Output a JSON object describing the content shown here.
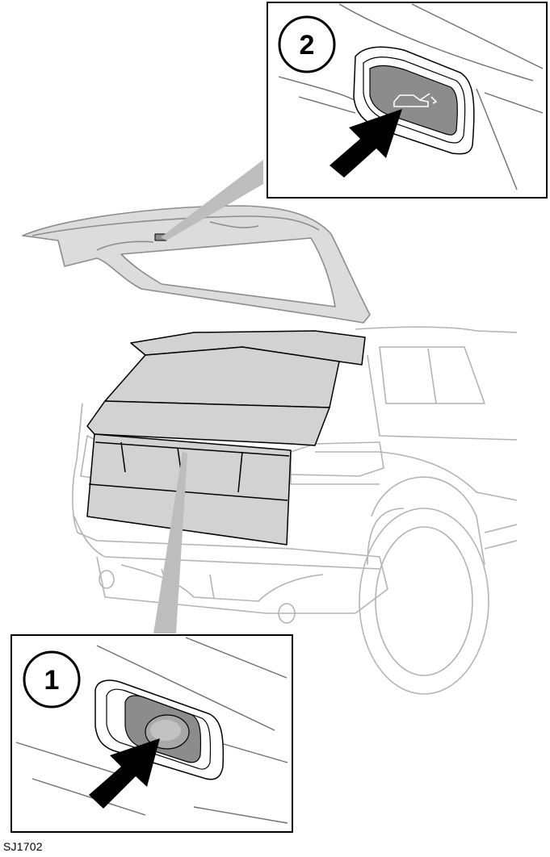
{
  "figure": {
    "code": "SJ1702",
    "callouts": [
      {
        "number": "1",
        "description_shown": ""
      },
      {
        "number": "2",
        "description_shown": ""
      }
    ]
  },
  "colors": {
    "outline": "#000000",
    "car_line": "#b4b4b4",
    "tailgate_fill": "#d2d2d2",
    "handle_fill": "#8c8c8c",
    "arrow_fill": "#000000",
    "background": "#ffffff"
  },
  "icons": {
    "arrow": "arrow-icon",
    "tailgate_release": "car-tailgate-icon"
  }
}
